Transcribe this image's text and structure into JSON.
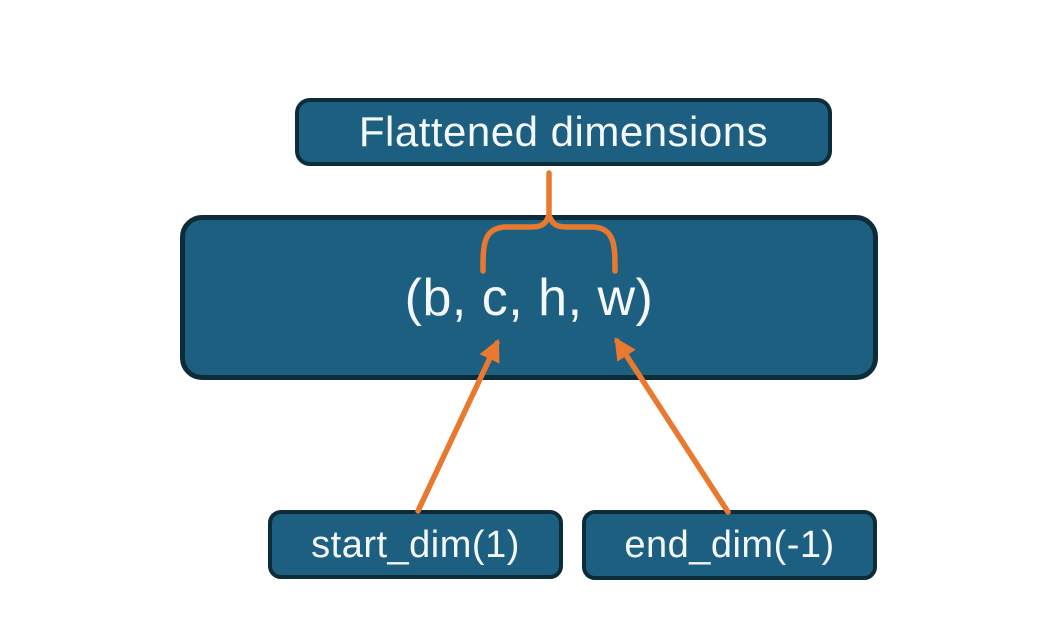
{
  "diagram": {
    "title_box": {
      "label": "Flattened dimensions"
    },
    "tensor_box": {
      "label": "(b, c, h, w)"
    },
    "start_dim_box": {
      "label": "start_dim(1)"
    },
    "end_dim_box": {
      "label": "end_dim(-1)"
    },
    "connectors": {
      "brace": "overbrace-grouping-c-h-w",
      "left_arrow": "start_dim-points-to-c",
      "right_arrow": "end_dim-points-to-w"
    }
  },
  "colors": {
    "box-fill": "#1d5f80",
    "box-border": "#0d2c3a",
    "accent-orange": "#e8792e",
    "text-color": "#f5f8fa",
    "background": "#ffffff"
  }
}
